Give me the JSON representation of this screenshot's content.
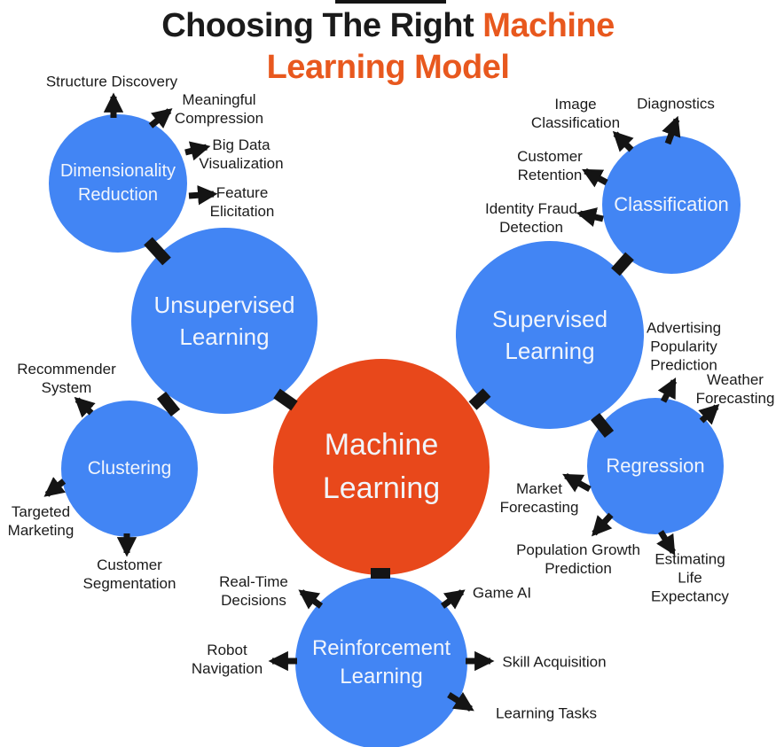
{
  "title": {
    "part1": "Choosing The Right ",
    "highlight": "Machine",
    "line2": "Learning Model"
  },
  "colors": {
    "node_blue": "#4285F4",
    "center_orange": "#E8481B",
    "title_orange": "#E8581E",
    "arrow_black": "#141414",
    "circle_text": "#F1F5FC",
    "label_text": "#1b1b1b"
  },
  "center_node": {
    "label": "Machine\nLearning"
  },
  "nodes": {
    "dimensionality_reduction": {
      "label": "Dimensionality\nReduction"
    },
    "unsupervised_learning": {
      "label": "Unsupervised\nLearning"
    },
    "clustering": {
      "label": "Clustering"
    },
    "supervised_learning": {
      "label": "Supervised\nLearning"
    },
    "classification": {
      "label": "Classification"
    },
    "regression": {
      "label": "Regression"
    },
    "reinforcement_learning": {
      "label": "Reinforcement\nLearning"
    }
  },
  "applications": {
    "structure_discovery": {
      "text": "Structure Discovery"
    },
    "meaningful_compression": {
      "text": "Meaningful\nCompression"
    },
    "big_data_visualization": {
      "text": "Big Data\nVisualization"
    },
    "feature_elicitation": {
      "text": "Feature\nElicitation"
    },
    "image_classification": {
      "text": "Image\nClassification"
    },
    "diagnostics": {
      "text": "Diagnostics"
    },
    "customer_retention": {
      "text": "Customer\nRetention"
    },
    "identity_fraud_detection": {
      "text": "Identity Fraud\nDetection"
    },
    "advertising_popularity_prediction": {
      "text": "Advertising\nPopularity\nPrediction"
    },
    "weather_forecasting": {
      "text": "Weather\nForecasting"
    },
    "market_forecasting": {
      "text": "Market\nForecasting"
    },
    "population_growth_prediction": {
      "text": "Population Growth\nPrediction"
    },
    "estimating_life_expectancy": {
      "text": "Estimating Life\nExpectancy"
    },
    "recommender_system": {
      "text": "Recommender\nSystem"
    },
    "targeted_marketing": {
      "text": "Targeted\nMarketing"
    },
    "customer_segmentation": {
      "text": "Customer\nSegmentation"
    },
    "real_time_decisions": {
      "text": "Real-Time\nDecisions"
    },
    "game_ai": {
      "text": "Game AI"
    },
    "robot_navigation": {
      "text": "Robot\nNavigation"
    },
    "skill_acquisition": {
      "text": "Skill Acquisition"
    },
    "learning_tasks": {
      "text": "Learning Tasks"
    }
  }
}
